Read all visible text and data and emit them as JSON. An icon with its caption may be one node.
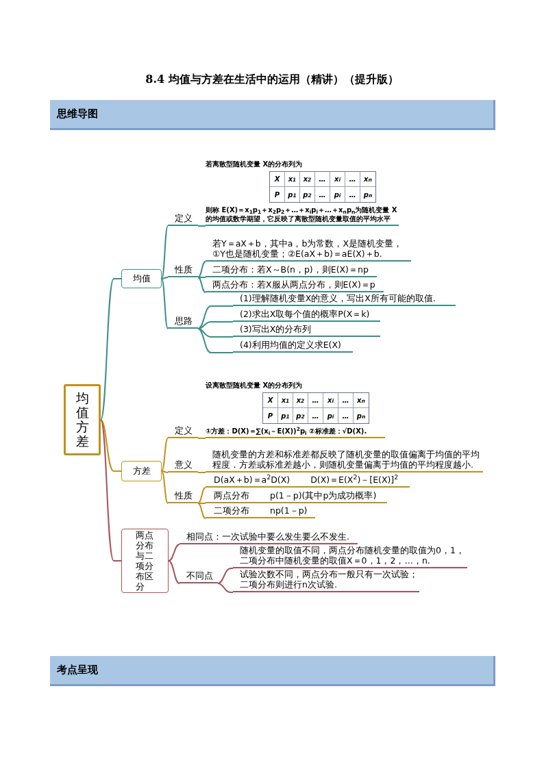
{
  "diagram": {
    "title": "8.4 均值与方差在生活中的运用（精讲）（提升版）",
    "nodes": [
      {
        "text": [
          "均值方差"
        ]
      },
      {
        "text": [
          "均值"
        ]
      },
      {
        "text": [
          "定义"
        ]
      },
      {
        "text": [
          "若离散型随机变量 X的分布列为",
          "则称 E(X)＝x$_{1}$p$_{1}$＋x$_{2}$p$_{2}$＋…＋x$_{i}$p$_{i}$＋…＋x$_{n}$p$_{n}$为随机变量 X的均值或数学期望，它反映了离散型随机变量取值的平均水平"
        ]
      },
      {
        "text": [
          "性质"
        ]
      },
      {
        "text": [
          "若Y＝aX＋b，其中a，b为常数，X是随机变量，①Y也是随机变量；②E(aX＋b)＝aE(X)＋b."
        ]
      },
      {
        "text": [
          "二项分布：若X～B(n，p)，则E(X)＝np"
        ]
      },
      {
        "text": [
          "两点分布：若X服从两点分布，则E(X)＝p"
        ]
      },
      {
        "text": [
          "思路"
        ]
      },
      {
        "text": [
          "(1)理解随机变量X的意义，写出X所有可能的取值."
        ]
      },
      {
        "text": [
          "(2)求出X取每个值的概率P(X＝k)"
        ]
      },
      {
        "text": [
          "(3)写出X的分布列"
        ]
      },
      {
        "text": [
          "(4)利用均值的定义求E(X)"
        ]
      },
      {
        "text": [
          "方差"
        ]
      },
      {
        "text": [
          "定义"
        ]
      },
      {
        "text": [
          "设离散型随机变量 X的分布列为",
          "①方差：D(X)＝∑(x$_{i}$－E(X))$^{2}$p$_{i}$ ②标准差：√D(X)."
        ]
      },
      {
        "text": [
          "意义"
        ]
      },
      {
        "text": [
          "随机变量的方差和标准差都反映了随机变量的取值偏离于均值的平均程度．方差或标准差越小，则随机变量偏离于均值的平均程度越小."
        ]
      },
      {
        "text": [
          "性质"
        ]
      },
      {
        "text": [
          "D(aX＋b)＝a$^{2}$D(X)",
          "D(X)＝E(X$^{2}$)－[E(X)]$^{2}$"
        ]
      },
      {
        "text": [
          "两点分布",
          "p(1－p)(其中p为成功概率)"
        ]
      },
      {
        "text": [
          "二项分布",
          "np(1－p)"
        ]
      },
      {
        "text": [
          "两点分布与二项分布区分"
        ]
      },
      {
        "text": [
          "相同点：一次试验中要么发生要么不发生."
        ]
      },
      {
        "text": [
          "不同点"
        ]
      },
      {
        "text": [
          "随机变量的取值不同，两点分布随机变量的取值为0，1，二项分布中随机变量的取值X＝0，1，2，…，n."
        ]
      },
      {
        "text": [
          "试验次数不同，两点分布一般只有一次试验；二项分布则进行n次试验."
        ]
      }
    ],
    "edges": [
      {
        "from": 0,
        "to": 1,
        "arrow": "none"
      },
      {
        "from": 1,
        "to": 2,
        "arrow": "none"
      },
      {
        "from": 2,
        "to": 3,
        "arrow": "none"
      },
      {
        "from": 1,
        "to": 4,
        "arrow": "none"
      },
      {
        "from": 4,
        "to": 5,
        "arrow": "none"
      },
      {
        "from": 4,
        "to": 6,
        "arrow": "none"
      },
      {
        "from": 4,
        "to": 7,
        "arrow": "none"
      },
      {
        "from": 1,
        "to": 8,
        "arrow": "none"
      },
      {
        "from": 8,
        "to": 9,
        "arrow": "none"
      },
      {
        "from": 8,
        "to": 10,
        "arrow": "none"
      },
      {
        "from": 8,
        "to": 11,
        "arrow": "none"
      },
      {
        "from": 8,
        "to": 12,
        "arrow": "none"
      },
      {
        "from": 0,
        "to": 13,
        "arrow": "none",
        "color": "#c0901a"
      },
      {
        "from": 13,
        "to": 14,
        "arrow": "none",
        "color": "#c0901a"
      },
      {
        "from": 14,
        "to": 15,
        "arrow": "none",
        "color": "#c0901a"
      },
      {
        "from": 13,
        "to": 16,
        "arrow": "none",
        "color": "#c0901a"
      },
      {
        "from": 16,
        "to": 17,
        "arrow": "none",
        "color": "#c0901a"
      },
      {
        "from": 13,
        "to": 18,
        "arrow": "none",
        "color": "#c0901a"
      },
      {
        "from": 18,
        "to": 19,
        "arrow": "none",
        "color": "#c0901a"
      },
      {
        "from": 18,
        "to": 20,
        "arrow": "none",
        "color": "#c0901a"
      },
      {
        "from": 18,
        "to": 21,
        "arrow": "none",
        "color": "#c0901a"
      },
      {
        "from": 0,
        "to": 22,
        "arrow": "none",
        "color": "#a5525c"
      },
      {
        "from": 22,
        "to": 23,
        "arrow": "none",
        "color": "#a5525c"
      },
      {
        "from": 22,
        "to": 24,
        "arrow": "none",
        "color": "#a5525c"
      },
      {
        "from": 24,
        "to": 25,
        "arrow": "none",
        "color": "#a5525c"
      },
      {
        "from": 24,
        "to": 26,
        "arrow": "none",
        "color": "#a5525c"
      }
    ],
    "labels": [
      "思维导图",
      "X",
      "x$_{1}$",
      "x$_{2}$",
      "…",
      "x$_{i}$",
      "…",
      "x$_{n}$",
      "P",
      "p$_{1}$",
      "p$_{2}$",
      "…",
      "p$_{i}$",
      "…",
      "p$_{n}$",
      "X",
      "x$_{1}$",
      "x$_{2}$",
      "…",
      "x$_{i}$",
      "…",
      "x$_{n}$",
      "P",
      "p$_{1}$",
      "p$_{2}$",
      "…",
      "p$_{i}$",
      "…",
      "p$_{n}$",
      "考点呈现"
    ]
  }
}
